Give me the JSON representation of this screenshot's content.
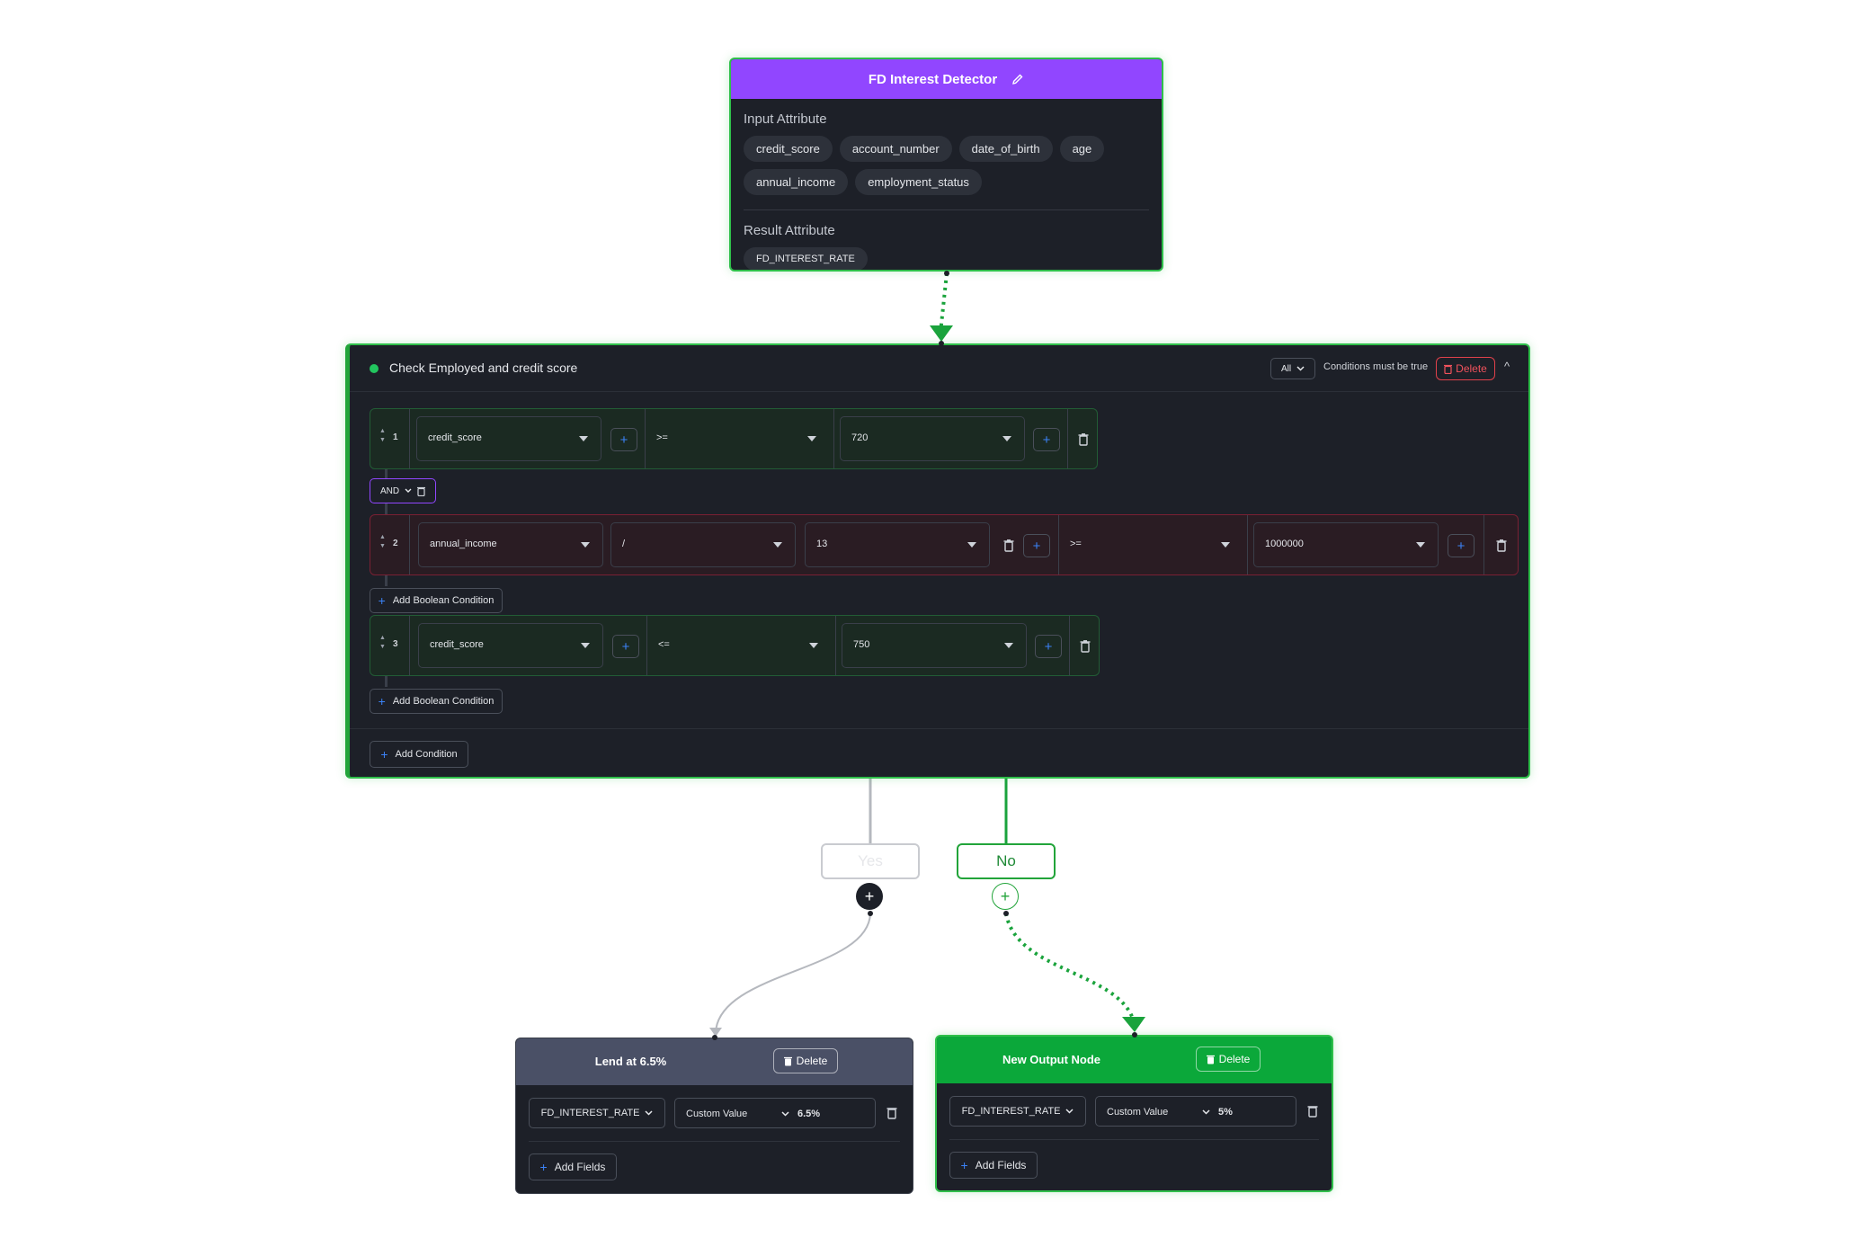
{
  "detector": {
    "title": "FD Interest Detector",
    "input_label": "Input Attribute",
    "inputs": [
      "credit_score",
      "account_number",
      "date_of_birth",
      "age",
      "annual_income",
      "employment_status"
    ],
    "result_label": "Result Attribute",
    "result": "FD_INTEREST_RATE"
  },
  "condition": {
    "title": "Check Employed and credit score",
    "match_select": "All",
    "match_text": "Conditions must be true",
    "delete_label": "Delete",
    "connector": "AND",
    "rows": [
      {
        "index": "1",
        "field": "credit_score",
        "operator": ">=",
        "value": "720"
      },
      {
        "index": "2",
        "field": "annual_income",
        "math_operator": "/",
        "math_value": "13",
        "operator": ">=",
        "value": "1000000"
      },
      {
        "index": "3",
        "field": "credit_score",
        "operator": "<=",
        "value": "750"
      }
    ],
    "add_boolean_label": "Add Boolean Condition",
    "add_condition_label": "Add Condition"
  },
  "branches": {
    "yes": "Yes",
    "no": "No"
  },
  "outputs": [
    {
      "title": "Lend at 6.5%",
      "delete_label": "Delete",
      "field": "FD_INTEREST_RATE",
      "value_type": "Custom Value",
      "value": "6.5%",
      "add_fields_label": "Add Fields"
    },
    {
      "title": "New Output Node",
      "delete_label": "Delete",
      "field": "FD_INTEREST_RATE",
      "value_type": "Custom Value",
      "value": "5%",
      "add_fields_label": "Add Fields"
    }
  ],
  "colors": {
    "accent_purple": "#9146ff",
    "accent_green": "#22a43a",
    "danger": "#e0414b",
    "node_bg": "#1d2028",
    "link_blue": "#3b82f6"
  }
}
